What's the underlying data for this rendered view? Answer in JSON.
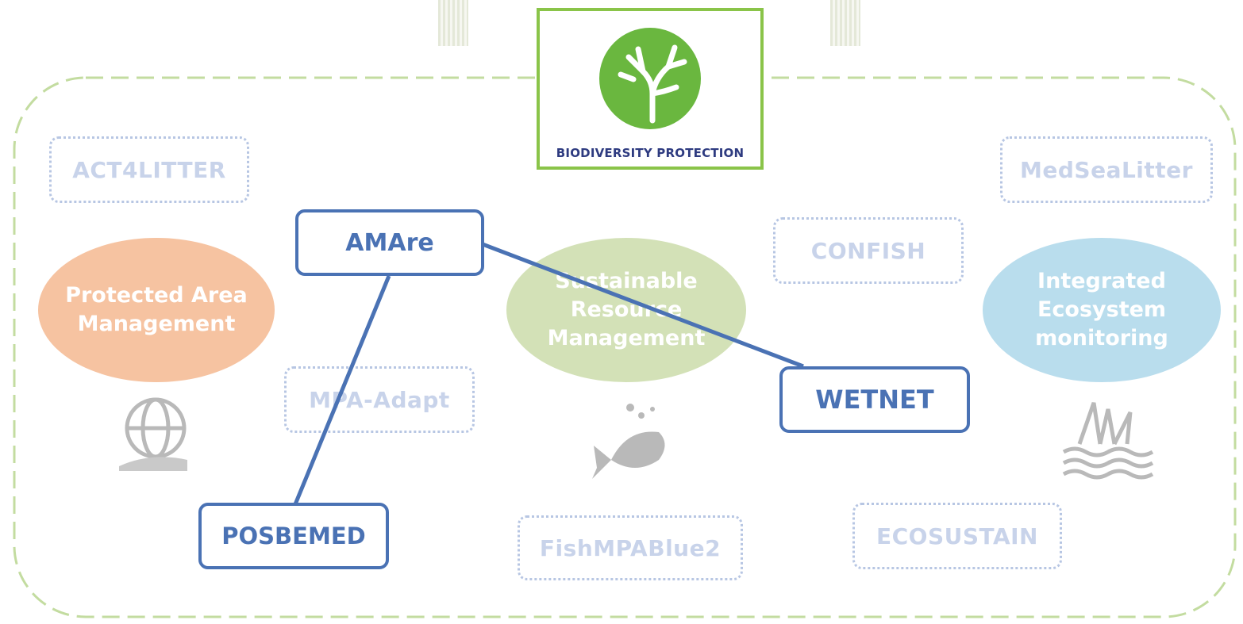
{
  "emblem": {
    "label": "BIODIVERSITY PROTECTION",
    "icon": "coral-icon",
    "color": "#66b33d"
  },
  "themes": [
    {
      "id": "protected",
      "label": "Protected Area Management",
      "color": "#f3b48c"
    },
    {
      "id": "sustainable",
      "label": "Sustainable Resource Management",
      "color": "#c6d7a6"
    },
    {
      "id": "integrated",
      "label": "Integrated Ecosystem monitoring",
      "color": "#a9d5e8"
    }
  ],
  "faded_projects": {
    "act4litter": "ACT4LITTER",
    "medsealitter": "MedSeaLitter",
    "confish": "CONFISH",
    "mpa_adapt": "MPA-Adapt",
    "fishmpablue2": "FishMPABlue2",
    "ecosustain": "ECOSUSTAIN"
  },
  "highlighted_projects": {
    "amare": "AMAre",
    "wetnet": "WETNET",
    "posbemed": "POSBEMED"
  },
  "colors": {
    "highlight": "#4a72b4",
    "faded": "#b7c6e3",
    "frame": "#b5d38a"
  },
  "icons": [
    "globe-hand-icon",
    "fish-icon",
    "grass-water-icon"
  ]
}
